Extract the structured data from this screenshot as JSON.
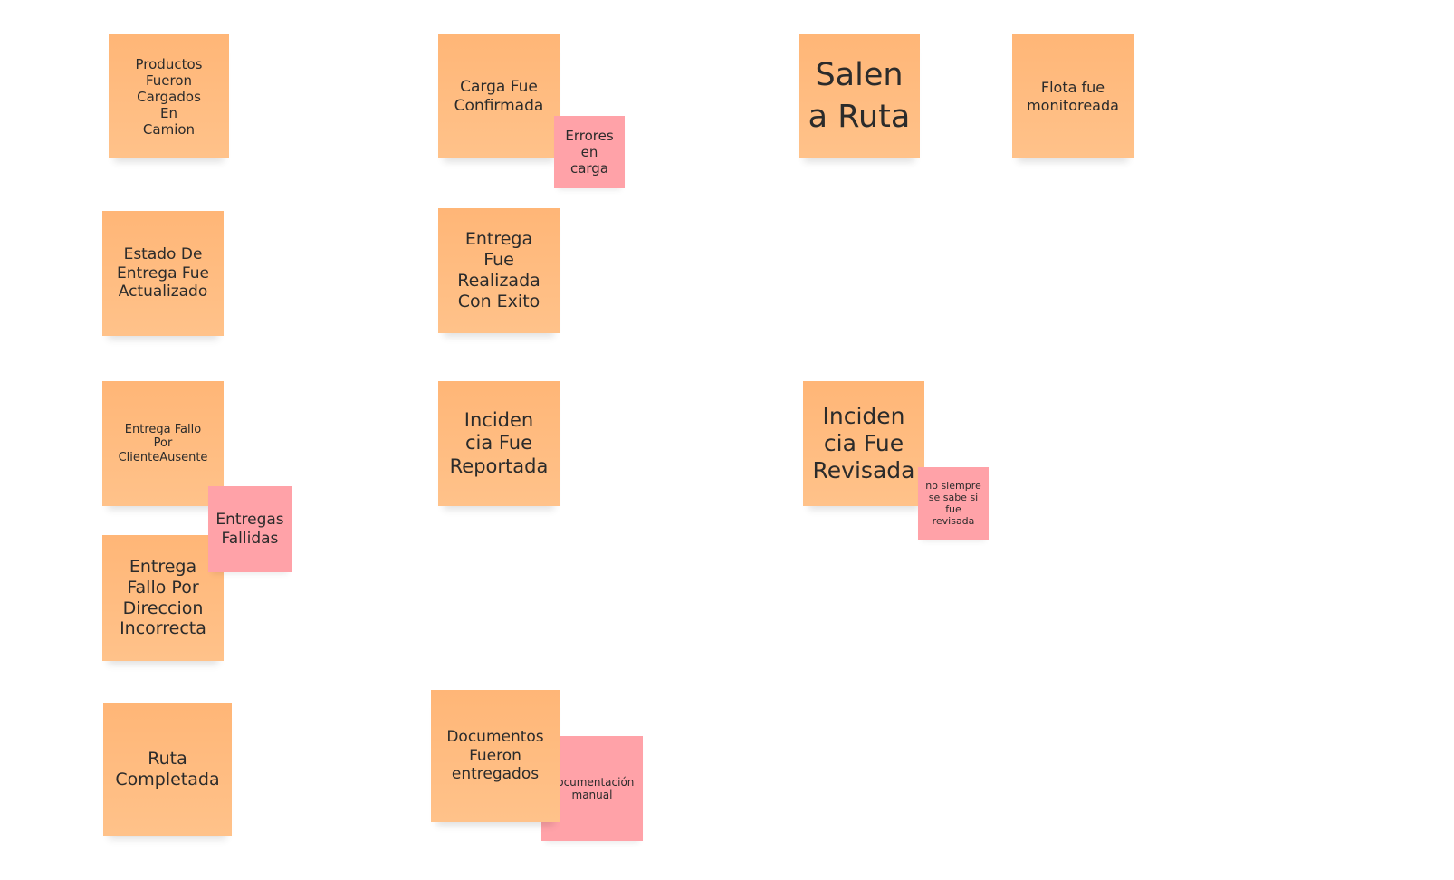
{
  "colors": {
    "event_sticky": "#ffb677",
    "issue_sticky": "#ffa2a8",
    "canvas": "#ffffff"
  },
  "stickies": {
    "productos_cargados": "Productos\nFueron\nCargados\nEn\nCamion",
    "carga_confirmada": "Carga Fue\nConfirmada",
    "errores_carga": "Errores\nen\ncarga",
    "salen_ruta": "Salen\na Ruta",
    "flota_monitoreada": "Flota fue\nmonitoreada",
    "estado_entrega": "Estado De\nEntrega Fue\nActualizado",
    "entrega_realizada": "Entrega\nFue\nRealizada\nCon Exito",
    "entrega_fallo_cliente": "Entrega Fallo\nPor\nClienteAusente",
    "entregas_fallidas": "Entregas\nFallidas",
    "incidencia_reportada": "Inciden\ncia Fue\nReportada",
    "incidencia_revisada": "Inciden\ncia Fue\nRevisada",
    "no_siempre_revisada": "no siempre\nse sabe si\nfue\nrevisada",
    "entrega_fallo_direccion": "Entrega\nFallo Por\nDireccion\nIncorrecta",
    "ruta_completada": "Ruta\nCompletada",
    "documentos_entregados": "Documentos\nFueron\nentregados",
    "documentacion_manual": "documentación\nmanual"
  }
}
